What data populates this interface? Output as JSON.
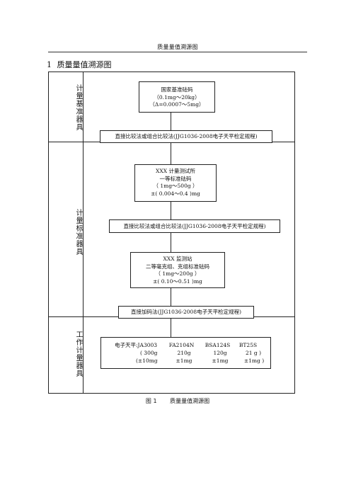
{
  "header": {
    "title": "质量量值溯源图"
  },
  "section": {
    "number": "1",
    "title": "质量量值溯源图"
  },
  "rows": {
    "r1_label": "计量基准器具",
    "r2_label": "计量标准器具",
    "r3_label": "工作计量器具"
  },
  "national_standard": {
    "line1": "国家基准砝码",
    "line2": "（0.1mg～20kg）",
    "line3": "（Δ=0.0007～5mg）"
  },
  "method1": "直接比较法或组合比较法(JJG1036-2008电子天平检定规程)",
  "standard1": {
    "line1": "XXX 计量测试所",
    "line2": "一等标准砝码",
    "line3": "（   1mg～500g   ）",
    "line4": "±( 0.004～0.4 )mg"
  },
  "method2": "直接比较法或组合比较法(JJG1036-2008电子天平检定规程)",
  "standard2": {
    "line1": "XXX 监测站",
    "line2": "二等毫克组、克组标准砝码",
    "line3": "（   1mg～200g   ）",
    "line4": "±( 0.10～0.51 )mg"
  },
  "method3": "直接加码法(JJG1036-2008电子天平检定规程)",
  "working": {
    "label": "电子天平:",
    "models": [
      "JA3003",
      "FA2104N",
      "BSA124S",
      "BT25S"
    ],
    "capacities": [
      "( 300g",
      "210g",
      "120g",
      "21 g )"
    ],
    "errors": [
      "(±10mg",
      "±1mg",
      "±1mg",
      "±1mg )"
    ]
  },
  "caption": {
    "figure": "图 1",
    "title": "质量量值溯源图"
  }
}
